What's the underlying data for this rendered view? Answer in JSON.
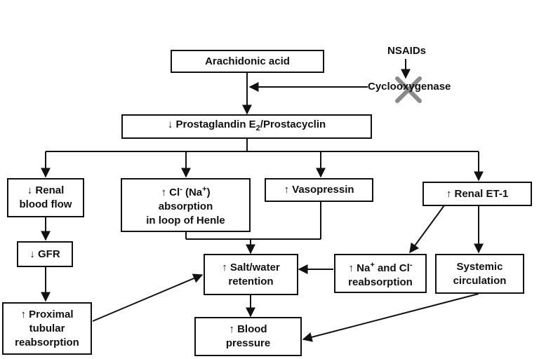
{
  "nodes": {
    "arachidonic_acid": "Arachidonic acid",
    "nsaids": "NSAIDs",
    "cyclooxygenase": "Cyclooxygenase",
    "prostaglandin_prefix": "↓ Prostaglandin E",
    "prostaglandin_sub": "2",
    "prostaglandin_suffix": "/Prostacyclin",
    "renal_blood_flow": "↓ Renal\nblood flow",
    "cl_prefix": "↑ Cl",
    "cl_sup1": "-",
    "cl_mid": " (Na",
    "cl_sup2": "+",
    "cl_suffix": ")",
    "cl_rest": "absorption\nin loop of Henle",
    "vasopressin": "↑ Vasopressin",
    "renal_et1": "↑ Renal ET-1",
    "gfr": "↓ GFR",
    "salt_water": "↑ Salt/water\nretention",
    "na_prefix": "↑ Na",
    "na_sup1": "+",
    "na_mid": " and Cl",
    "na_sup2": "-",
    "na_rest": "reabsorption",
    "systemic": "Systemic\ncirculation",
    "proximal": "↑ Proximal\ntubular\nreabsorption",
    "blood_pressure": "↑ Blood\npressure"
  },
  "colors": {
    "line": "#111111",
    "inhibition_x": "#8a8a8a"
  },
  "icons": {
    "inhibition": "x-mark-icon"
  }
}
